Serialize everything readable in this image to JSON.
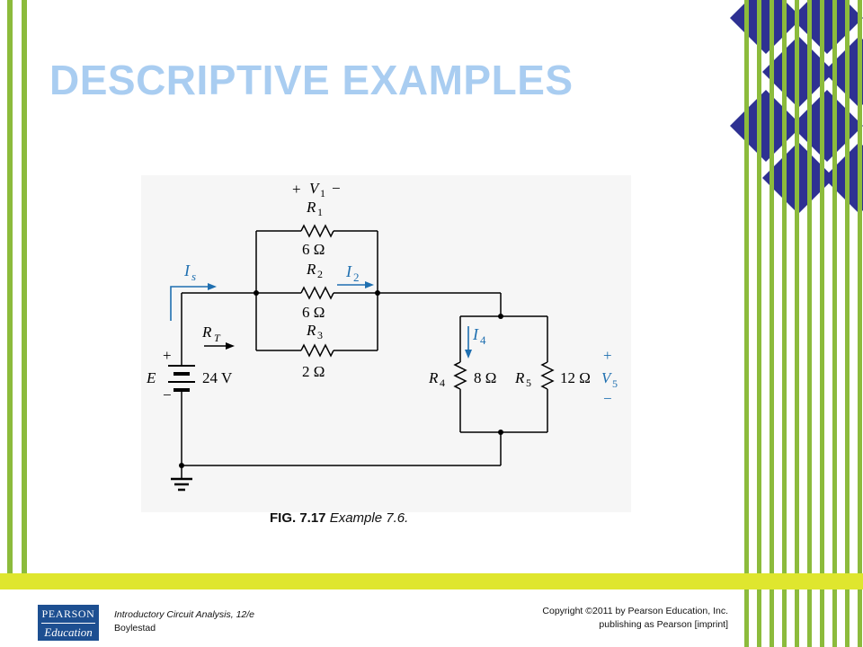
{
  "slide": {
    "title": "DESCRIPTIVE EXAMPLES",
    "caption_fig": "FIG. 7.17",
    "caption_text": "Example 7.6."
  },
  "circuit": {
    "v1_plus": "+",
    "v1_label": "V",
    "v1_sub": "1",
    "v1_minus": "−",
    "r1": "R",
    "r1_sub": "1",
    "r1_value": "6 Ω",
    "r2": "R",
    "r2_sub": "2",
    "r2_value": "6 Ω",
    "r3": "R",
    "r3_sub": "3",
    "r3_value": "2 Ω",
    "is": "I",
    "is_sub": "s",
    "i2": "I",
    "i2_sub": "2",
    "i4": "I",
    "i4_sub": "4",
    "rt": "R",
    "rt_sub": "T",
    "e_label": "E",
    "e_value": "24 V",
    "e_plus": "+",
    "e_minus": "−",
    "r4": "R",
    "r4_sub": "4",
    "r4_value": "8 Ω",
    "r5": "R",
    "r5_sub": "5",
    "r5_value": "12 Ω",
    "v5_plus": "+",
    "v5": "V",
    "v5_sub": "5",
    "v5_minus": "−"
  },
  "footer": {
    "logo_top": "PEARSON",
    "logo_bottom": "Education",
    "book_title": "Introductory Circuit Analysis, 12/e",
    "book_author": "Boylestad",
    "copyright_line1": "Copyright ©2011 by Pearson Education, Inc.",
    "copyright_line2": "publishing as Pearson [imprint]"
  },
  "colors": {
    "title": "#a9cdf1",
    "green_bars": "#8cbb3c",
    "yellow_band": "#dfe62e",
    "navy_diamonds": "#2e3192",
    "arrow_blue": "#1f6fb0"
  }
}
